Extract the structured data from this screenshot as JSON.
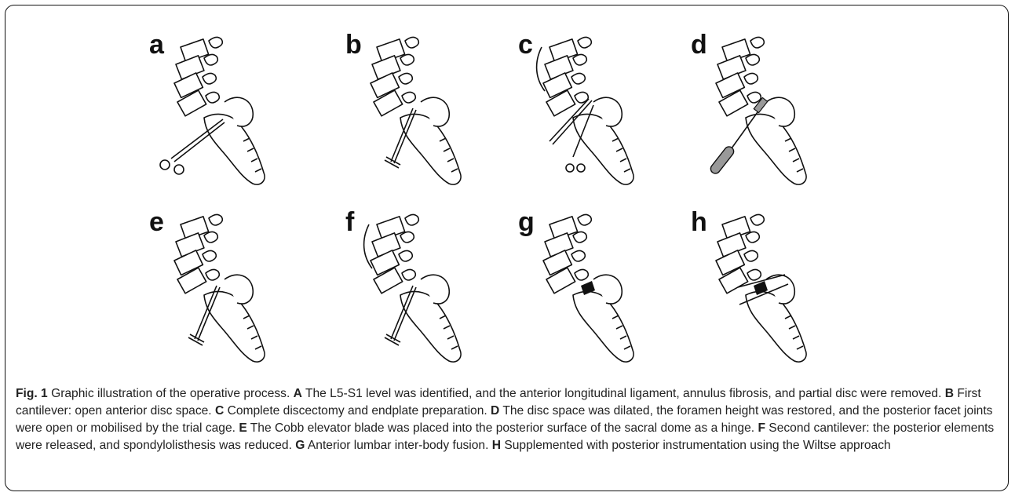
{
  "panels": [
    {
      "id": "a",
      "label": "a",
      "tool": "retractor"
    },
    {
      "id": "b",
      "label": "b",
      "tool": "cobb-elevator"
    },
    {
      "id": "c",
      "label": "c",
      "tool": "curette-and-retractor"
    },
    {
      "id": "d",
      "label": "d",
      "tool": "trial-cage"
    },
    {
      "id": "e",
      "label": "e",
      "tool": "cobb-elevator-hinge"
    },
    {
      "id": "f",
      "label": "f",
      "tool": "cobb-elevator-cantilever"
    },
    {
      "id": "g",
      "label": "g",
      "tool": "interbody-cage"
    },
    {
      "id": "h",
      "label": "h",
      "tool": "posterior-screws"
    }
  ],
  "caption": {
    "fig_label": "Fig. 1",
    "title": " Graphic illustration of the operative process. ",
    "items": [
      {
        "key": "A",
        "text": " The L5-S1 level was identified, and the anterior longitudinal ligament, annulus fibrosis, and partial disc were removed. "
      },
      {
        "key": "B",
        "text": " First cantilever: open anterior disc space. "
      },
      {
        "key": "C",
        "text": " Complete discectomy and endplate preparation. "
      },
      {
        "key": "D",
        "text": " The disc space was dilated, the foramen height was restored, and the posterior facet joints were open or mobilised by the trial cage. "
      },
      {
        "key": "E",
        "text": " The Cobb elevator blade was placed into the posterior surface of the sacral dome as a hinge. "
      },
      {
        "key": "F",
        "text": " Second cantilever: the posterior elements were released, and spondylolisthesis was reduced. "
      },
      {
        "key": "G",
        "text": " Anterior lumbar inter-body fusion. "
      },
      {
        "key": "H",
        "text": " Supplemented with posterior instrumentation using the Wiltse approach"
      }
    ]
  }
}
